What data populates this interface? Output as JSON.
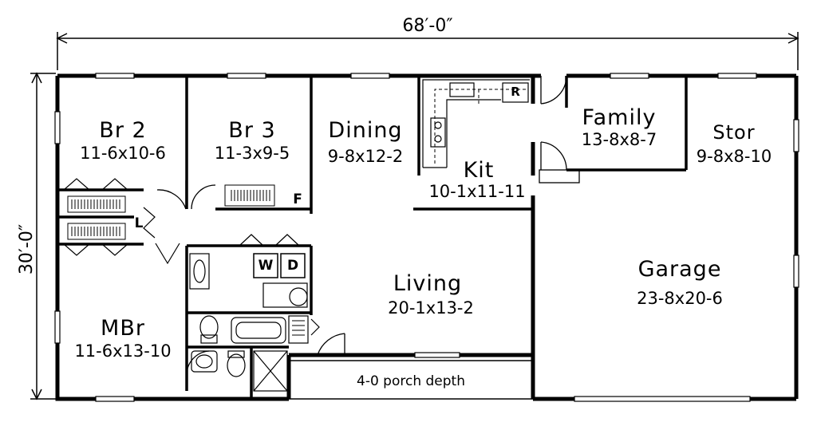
{
  "dimensions": {
    "overall_width": "68′-0″",
    "overall_depth": "30′-0″"
  },
  "rooms": {
    "br2": {
      "name": "Br 2",
      "size": "11-6x10-6"
    },
    "br3": {
      "name": "Br 3",
      "size": "11-3x9-5"
    },
    "dining": {
      "name": "Dining",
      "size": "9-8x12-2"
    },
    "kit": {
      "name": "Kit",
      "size": "10-1x11-11"
    },
    "family": {
      "name": "Family",
      "size": "13-8x8-7"
    },
    "stor": {
      "name": "Stor",
      "size": "9-8x8-10"
    },
    "garage": {
      "name": "Garage",
      "size": "23-8x20-6"
    },
    "living": {
      "name": "Living",
      "size": "20-1x13-2"
    },
    "mbr": {
      "name": "MBr",
      "size": "11-6x13-10"
    }
  },
  "porch": "4-0 porch depth",
  "tags": {
    "linen": "L",
    "freezer": "F",
    "washer": "W",
    "dryer": "D",
    "refrigerator": "R"
  }
}
